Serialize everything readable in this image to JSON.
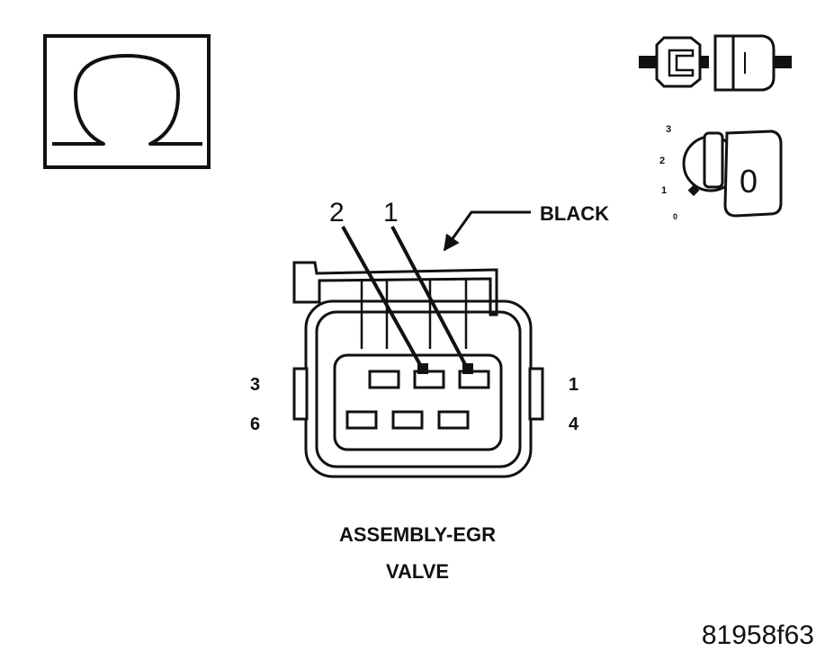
{
  "meter_icon": {
    "symbol": "Ω",
    "name": "ohmmeter-icon"
  },
  "disconnect_icon": {
    "name": "disconnected-connector-icon"
  },
  "ignition_icon": {
    "name": "ignition-key-icon",
    "positions": [
      "3",
      "2",
      "1",
      "0"
    ],
    "key_label": "0",
    "selected_position": "0"
  },
  "connector": {
    "color_label": "BLACK",
    "probe_labels": [
      "2",
      "1"
    ],
    "row_labels": {
      "top_left": "3",
      "top_right": "1",
      "bottom_left": "6",
      "bottom_right": "4"
    },
    "cavities_per_row": 3
  },
  "component_name": {
    "line1": "ASSEMBLY-EGR",
    "line2": "VALVE"
  },
  "figure_id": "81958f63",
  "colors": {
    "ink": "#111111",
    "background": "#ffffff"
  }
}
